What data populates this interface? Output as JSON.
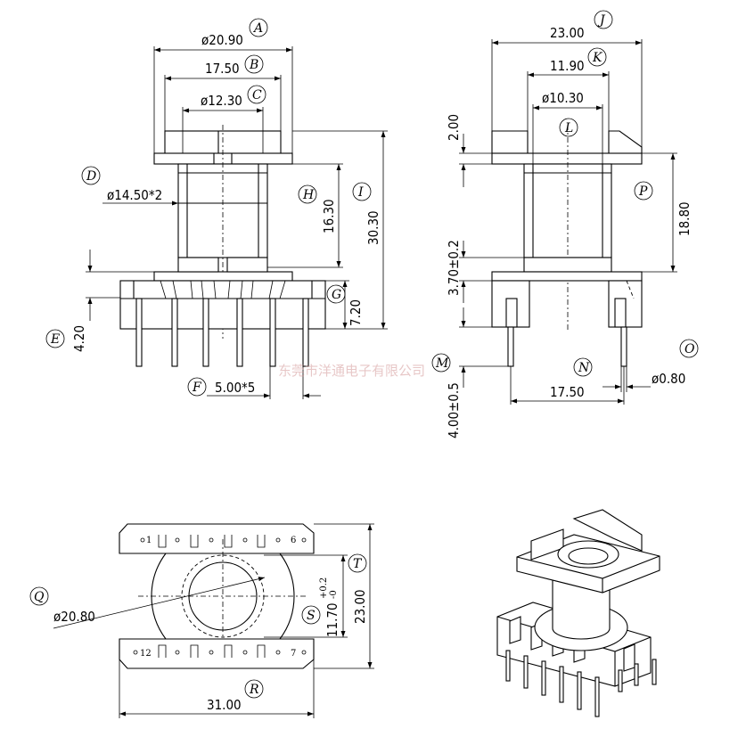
{
  "front_view": {
    "dims": {
      "A": "ø20.90",
      "B": "17.50",
      "C": "ø12.30",
      "D": "ø14.50*2",
      "H": "16.30",
      "I": "30.30",
      "G": "7.20",
      "E": "4.20",
      "F": "5.00*5"
    },
    "labels": {
      "A": "A",
      "B": "B",
      "C": "C",
      "D": "D",
      "E": "E",
      "F": "F",
      "G": "G",
      "H": "H",
      "I": "I"
    }
  },
  "side_view": {
    "dims": {
      "J": "23.00",
      "K": "11.90",
      "L": "ø10.30",
      "top": "2.00",
      "P": "18.80",
      "flange": "3.70±0.2",
      "M": "4.00±0.5",
      "N": "17.50",
      "O": "ø0.80"
    },
    "labels": {
      "J": "J",
      "K": "K",
      "L": "L",
      "M": "M",
      "N": "N",
      "O": "O",
      "P": "P"
    }
  },
  "top_view": {
    "dims": {
      "Q": "ø20.80",
      "S_main": "11.70",
      "S_tol_upper": "+0.2",
      "S_tol_lower": "-0",
      "T": "23.00",
      "R": "31.00"
    },
    "labels": {
      "Q": "Q",
      "R": "R",
      "S": "S",
      "T": "T"
    },
    "pins": {
      "p1": "1",
      "p6": "6",
      "p7": "7",
      "p12": "12"
    }
  },
  "watermark": "东莞市洋通电子有限公司"
}
